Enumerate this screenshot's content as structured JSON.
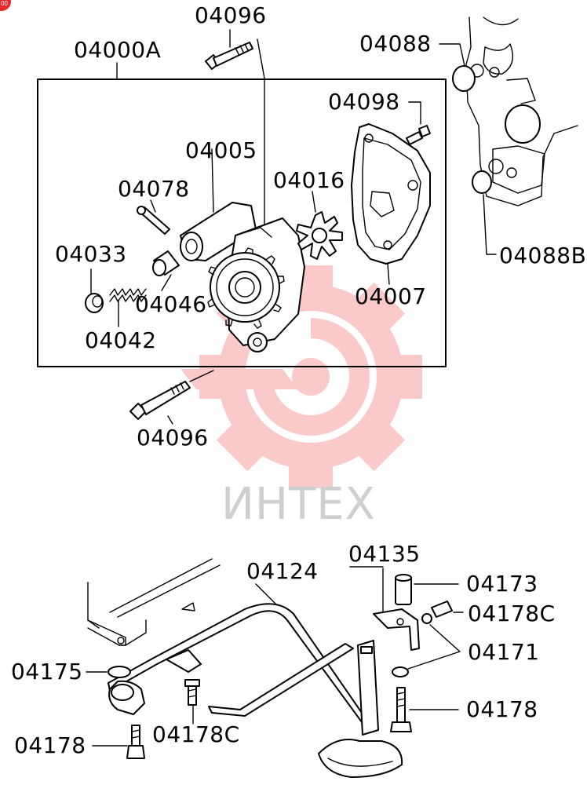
{
  "corner_badge": {
    "text": "00",
    "color": "#e52a2a"
  },
  "watermark": {
    "text": "ИНТЕХ",
    "icon": "gear-logo-icon",
    "color": "#f25a5a"
  },
  "parts": {
    "p04096_top": "04096",
    "p04000A": "04000A",
    "p04088": "04088",
    "p04098": "04098",
    "p04005": "04005",
    "p04016": "04016",
    "p04078": "04078",
    "p04033": "04033",
    "p04046": "04046",
    "p04007": "04007",
    "p04088B": "04088B",
    "p04042": "04042",
    "p04096_bottom": "04096",
    "p04135": "04135",
    "p04124": "04124",
    "p04173": "04173",
    "p04178C_right": "04178C",
    "p04171": "04171",
    "p04175": "04175",
    "p04178_right": "04178",
    "p04178_left": "04178",
    "p04178C_left": "04178C"
  }
}
